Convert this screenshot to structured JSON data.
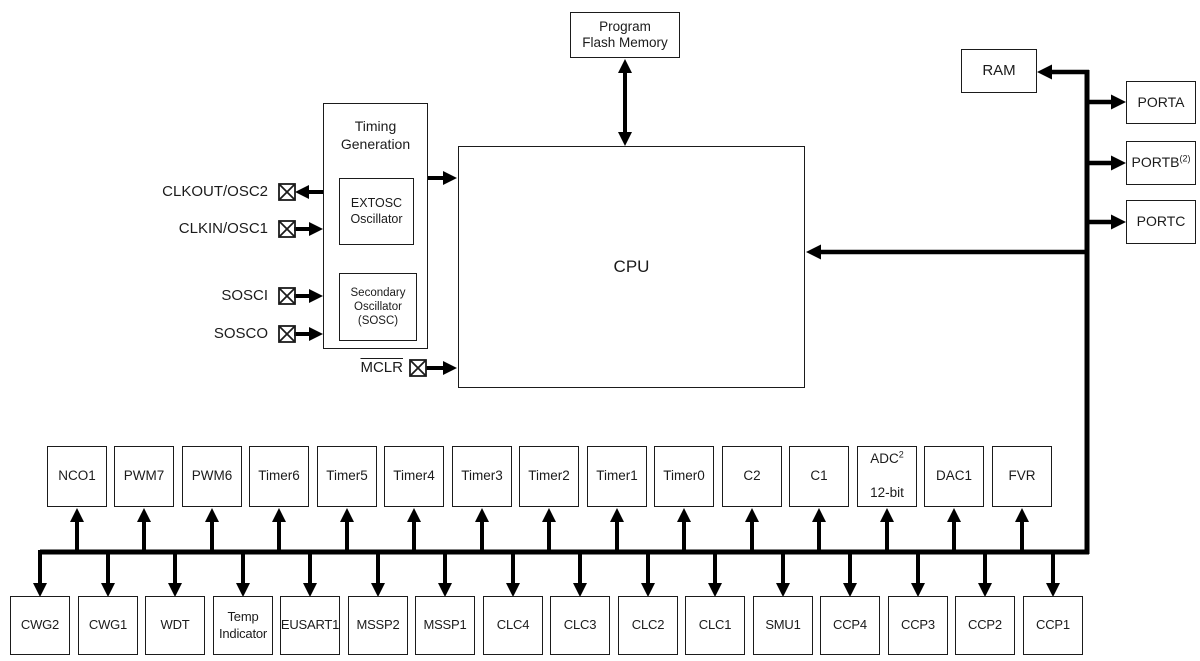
{
  "memory": {
    "program_flash": "Program\nFlash Memory",
    "ram": "RAM"
  },
  "cpu": "CPU",
  "timing": {
    "title": "Timing\nGeneration",
    "extosc": "EXTOSC\nOscillator",
    "sosc": "Secondary\nOscillator\n(SOSC)"
  },
  "pin_labels": {
    "clkout": "CLKOUT/OSC2",
    "clkin": "CLKIN/OSC1",
    "sosci": "SOSCI",
    "sosco": "SOSCO",
    "mclr": "MCLR"
  },
  "ports": {
    "porta": "PORTA",
    "portb_base": "PORTB",
    "portb_sup": "(2)",
    "portc": "PORTC"
  },
  "peripherals_top": {
    "items": [
      "NCO1",
      "PWM7",
      "PWM6",
      "Timer6",
      "Timer5",
      "Timer4",
      "Timer3",
      "Timer2",
      "Timer1",
      "Timer0",
      "C2",
      "C1",
      {
        "base": "ADC",
        "sup": "2",
        "line2": "12-bit"
      },
      "DAC1",
      "FVR"
    ]
  },
  "peripherals_bottom": {
    "items": [
      "CWG2",
      "CWG1",
      "WDT",
      "Temp\nIndicator",
      "EUSART1",
      "MSSP2",
      "MSSP1",
      "CLC4",
      "CLC3",
      "CLC2",
      "CLC1",
      "SMU1",
      "CCP4",
      "CCP3",
      "CCP2",
      "CCP1"
    ]
  },
  "colors": {
    "line": "#000000",
    "box_border": "#1b1b1b",
    "text": "#1b1b1b",
    "background": "#ffffff"
  }
}
